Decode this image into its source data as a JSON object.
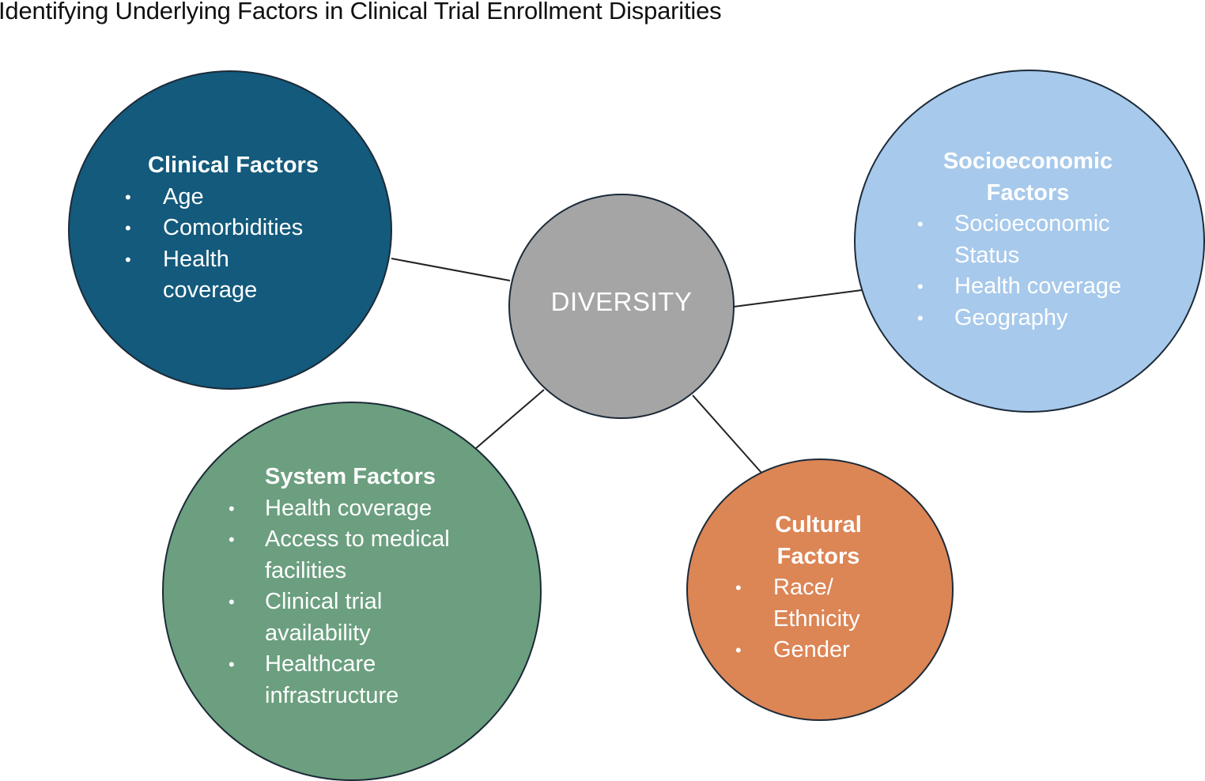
{
  "title": "Identifying Underlying Factors in Clinical Trial Enrollment Disparities",
  "colors": {
    "clinical": "#135a7c",
    "socioeconomic": "#a7c9eb",
    "center": "#a5a5a5",
    "system": "#6b9f7f",
    "cultural": "#dc8555",
    "outline": "#1c2a38"
  },
  "center": {
    "label": "DIVERSITY"
  },
  "clinical": {
    "heading": "Clinical Factors",
    "items": [
      "Age",
      "Comorbidities",
      "Health coverage"
    ]
  },
  "socioeconomic": {
    "heading": "Socioeconomic Factors",
    "items": [
      "Socioeconomic Status",
      "Health coverage",
      "Geography"
    ]
  },
  "system": {
    "heading": "System Factors",
    "items": [
      "Health coverage",
      "Access to medical facilities",
      "Clinical trial availability",
      "Healthcare infrastructure"
    ]
  },
  "cultural": {
    "heading": "Cultural Factors",
    "items": [
      "Race/ Ethnicity",
      "Gender"
    ]
  }
}
